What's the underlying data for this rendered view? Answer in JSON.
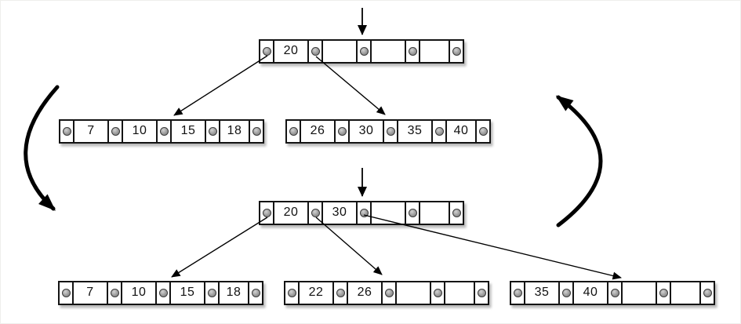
{
  "colors": {
    "stroke": "#000000",
    "node_fill": "#ffffff",
    "dot_fill": "#9b9b9b",
    "background": "#ffffff"
  },
  "icons": {
    "pointer_dot": "pointer-dot-icon",
    "insertion_point": "insertion-point-arrow-icon",
    "child_link": "child-pointer-arrow-icon",
    "transition_left": "curved-arrow-down-icon",
    "transition_right": "curved-arrow-up-icon"
  },
  "before": {
    "root": {
      "keys": [
        "20",
        "",
        "",
        ""
      ]
    },
    "children": [
      {
        "keys": [
          "7",
          "10",
          "15",
          "18"
        ]
      },
      {
        "keys": [
          "26",
          "30",
          "35",
          "40"
        ]
      }
    ]
  },
  "after": {
    "root": {
      "keys": [
        "20",
        "30",
        "",
        ""
      ]
    },
    "children": [
      {
        "keys": [
          "7",
          "10",
          "15",
          "18"
        ]
      },
      {
        "keys": [
          "22",
          "26",
          "",
          ""
        ]
      },
      {
        "keys": [
          "35",
          "40",
          "",
          ""
        ]
      }
    ]
  }
}
